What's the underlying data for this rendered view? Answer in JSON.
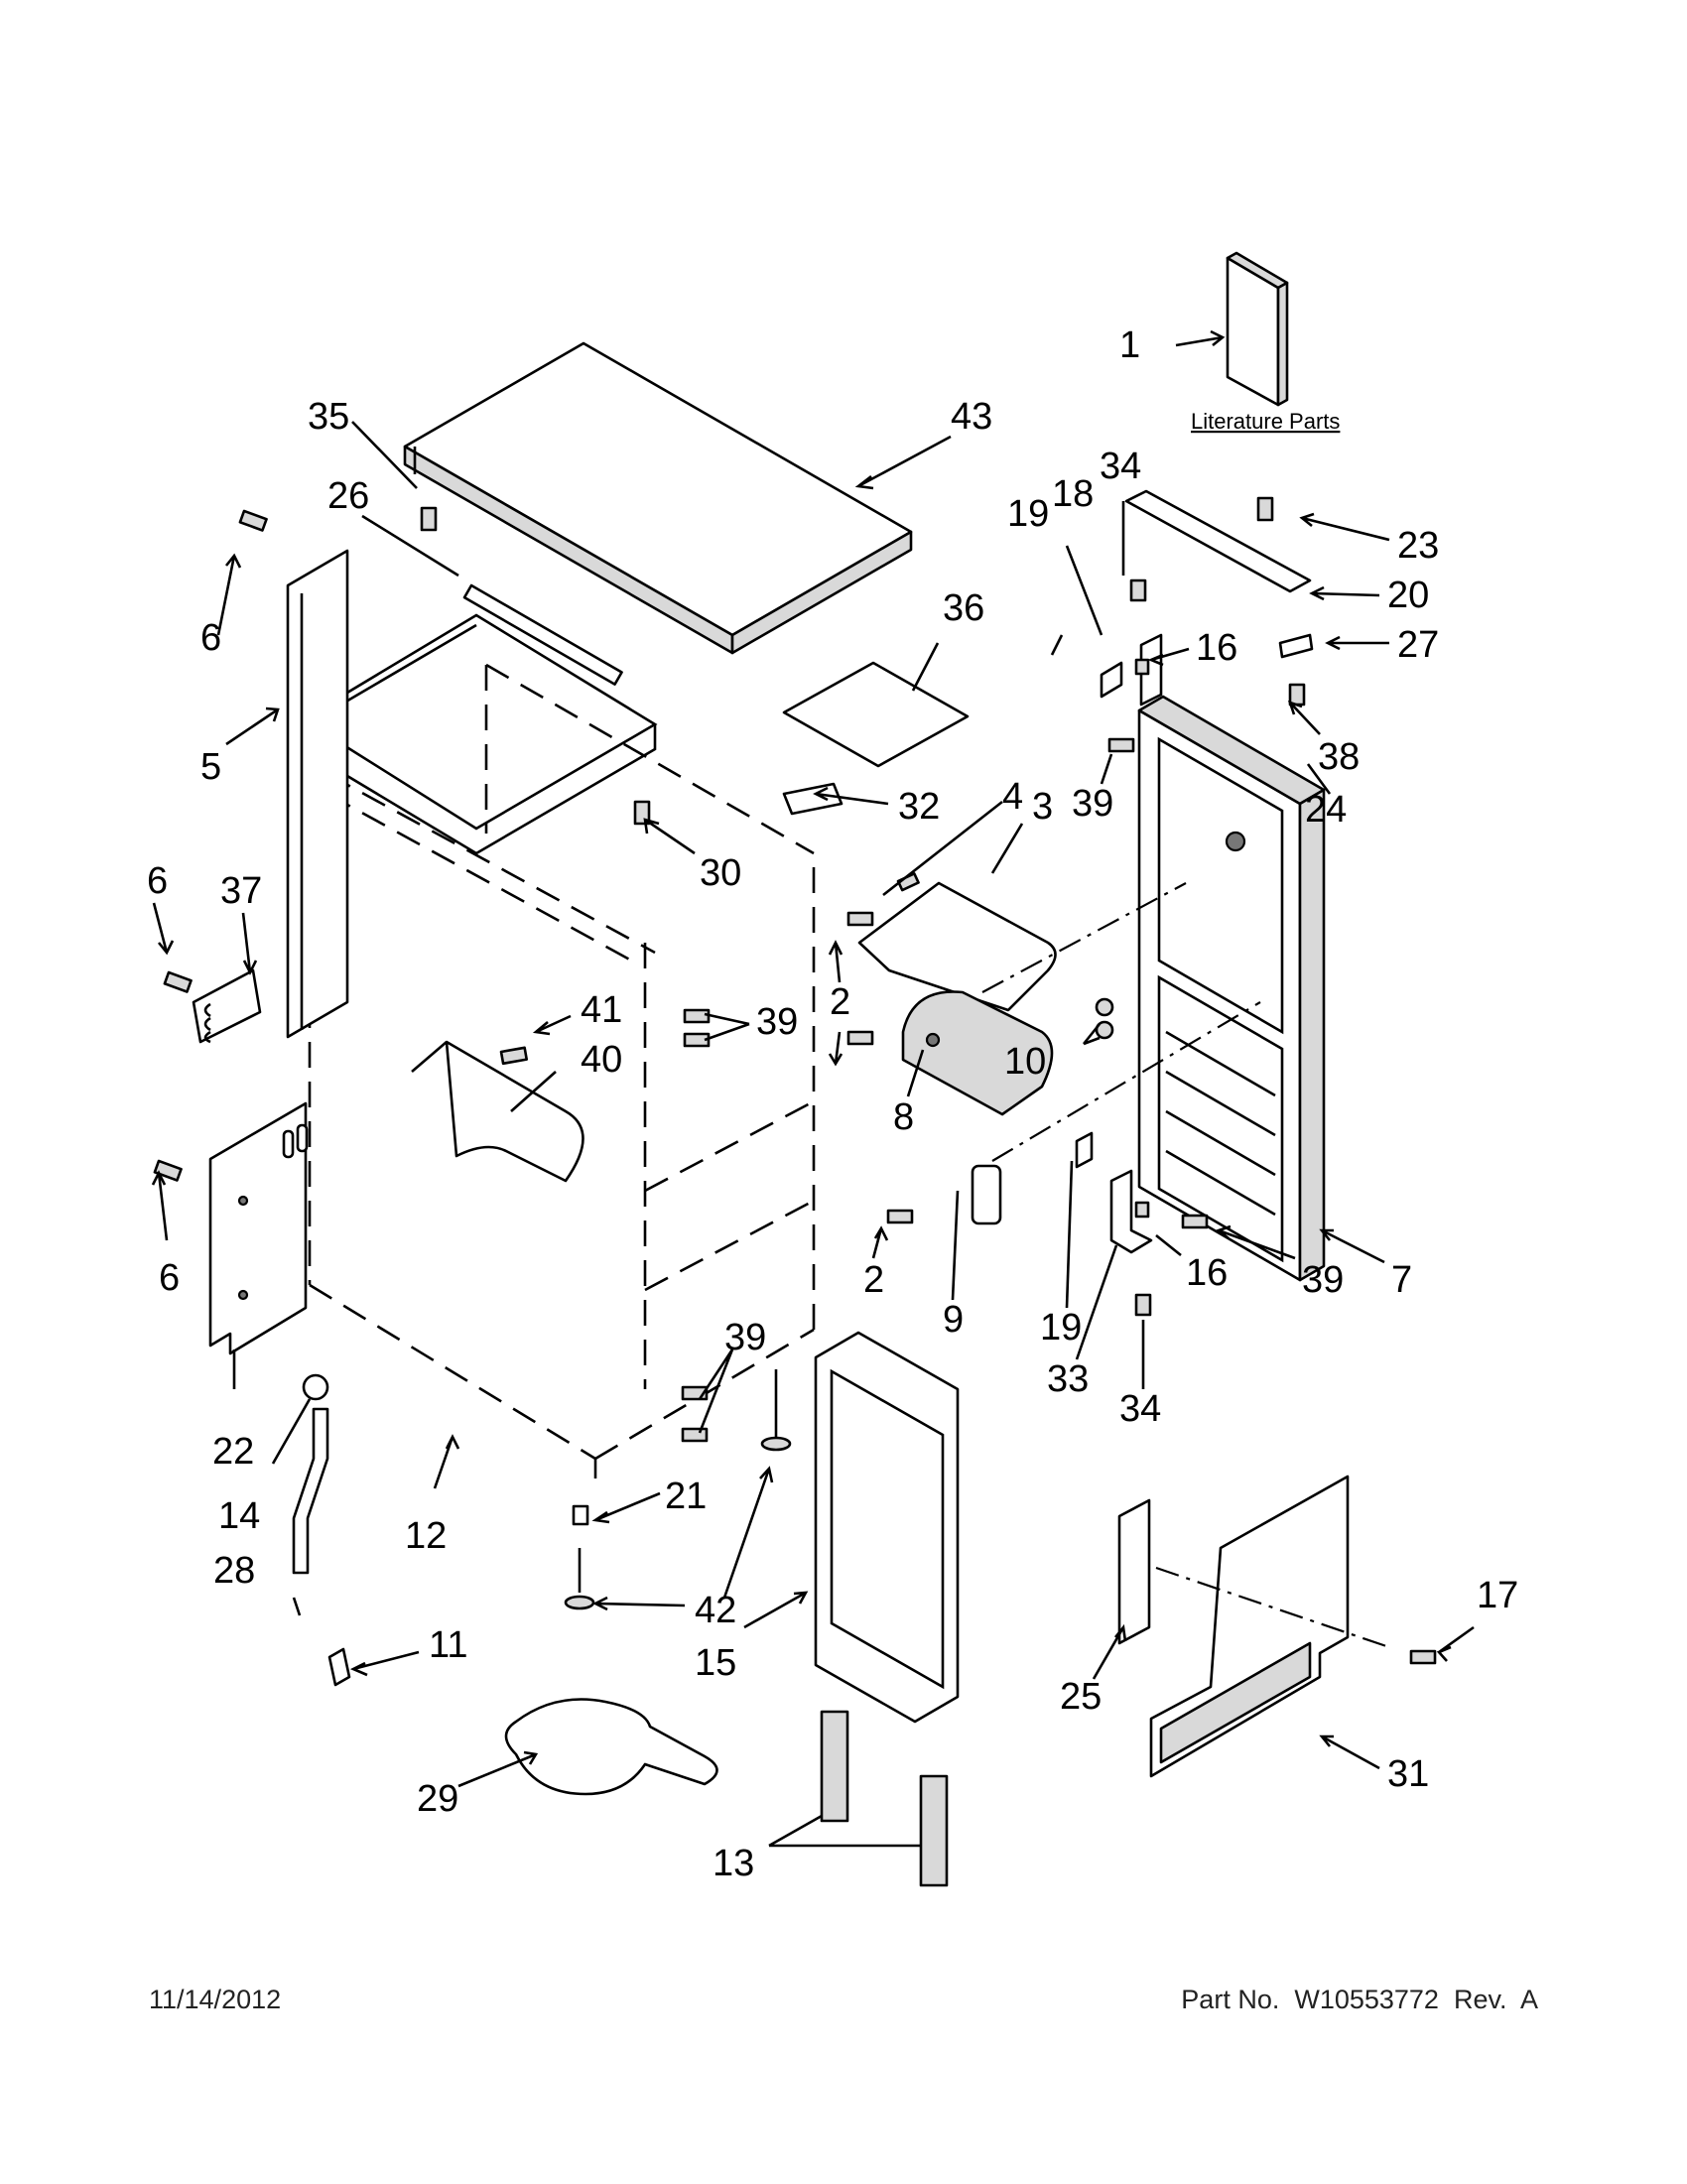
{
  "diagram": {
    "literature_label": "Literature Parts",
    "callouts": [
      {
        "id": "c1",
        "text": "1"
      },
      {
        "id": "c35",
        "text": "35"
      },
      {
        "id": "c43",
        "text": "43"
      },
      {
        "id": "c26",
        "text": "26"
      },
      {
        "id": "c6a",
        "text": "6"
      },
      {
        "id": "c5",
        "text": "5"
      },
      {
        "id": "c36",
        "text": "36"
      },
      {
        "id": "c32",
        "text": "32"
      },
      {
        "id": "c30",
        "text": "30"
      },
      {
        "id": "c6b",
        "text": "6"
      },
      {
        "id": "c37",
        "text": "37"
      },
      {
        "id": "c41",
        "text": "41"
      },
      {
        "id": "c40",
        "text": "40"
      },
      {
        "id": "c39a",
        "text": "39"
      },
      {
        "id": "c6c",
        "text": "6"
      },
      {
        "id": "c22",
        "text": "22"
      },
      {
        "id": "c14",
        "text": "14"
      },
      {
        "id": "c12",
        "text": "12"
      },
      {
        "id": "c28",
        "text": "28"
      },
      {
        "id": "c11",
        "text": "11"
      },
      {
        "id": "c21",
        "text": "21"
      },
      {
        "id": "c42",
        "text": "42"
      },
      {
        "id": "c39b",
        "text": "39"
      },
      {
        "id": "c15",
        "text": "15"
      },
      {
        "id": "c29",
        "text": "29"
      },
      {
        "id": "c13",
        "text": "13"
      },
      {
        "id": "c4",
        "text": "4"
      },
      {
        "id": "c3",
        "text": "3"
      },
      {
        "id": "c2a",
        "text": "2"
      },
      {
        "id": "c8",
        "text": "8"
      },
      {
        "id": "c2b",
        "text": "2"
      },
      {
        "id": "c9",
        "text": "9"
      },
      {
        "id": "c19a",
        "text": "19"
      },
      {
        "id": "c18",
        "text": "18"
      },
      {
        "id": "c34a",
        "text": "34"
      },
      {
        "id": "c23",
        "text": "23"
      },
      {
        "id": "c20",
        "text": "20"
      },
      {
        "id": "c16a",
        "text": "16"
      },
      {
        "id": "c27",
        "text": "27"
      },
      {
        "id": "c38",
        "text": "38"
      },
      {
        "id": "c24",
        "text": "24"
      },
      {
        "id": "c39c",
        "text": "39"
      },
      {
        "id": "c10",
        "text": "10"
      },
      {
        "id": "c19b",
        "text": "19"
      },
      {
        "id": "c33",
        "text": "33"
      },
      {
        "id": "c34b",
        "text": "34"
      },
      {
        "id": "c16b",
        "text": "16"
      },
      {
        "id": "c39d",
        "text": "39"
      },
      {
        "id": "c7",
        "text": "7"
      },
      {
        "id": "c17",
        "text": "17"
      },
      {
        "id": "c25",
        "text": "25"
      },
      {
        "id": "c31",
        "text": "31"
      }
    ]
  },
  "footer": {
    "date": "11/14/2012",
    "part_number": "Part No.  W10553772  Rev.  A"
  }
}
